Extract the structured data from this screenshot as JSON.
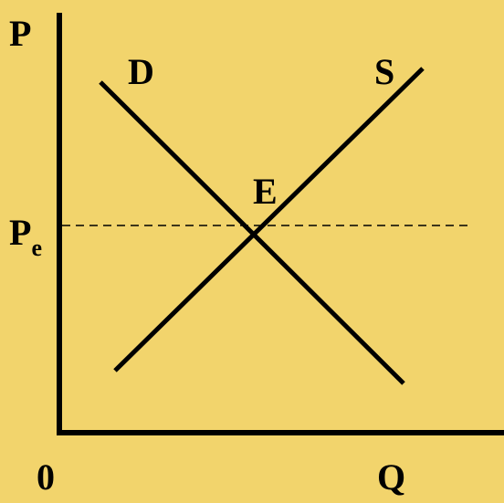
{
  "diagram": {
    "axis_labels": {
      "y": "P",
      "x": "Q",
      "origin": "0"
    },
    "curves": {
      "demand": "D",
      "supply": "S"
    },
    "equilibrium": {
      "point": "E",
      "price_main": "P",
      "price_sub": "e"
    }
  },
  "colors": {
    "background": "#F2D46C",
    "ink": "#000000"
  }
}
